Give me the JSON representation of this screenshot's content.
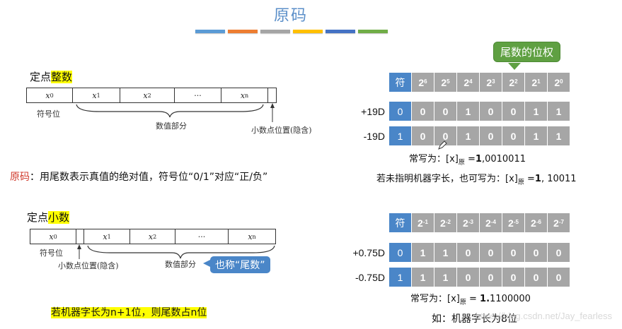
{
  "title": "原码",
  "title_bar_colors": [
    "#5b9bd5",
    "#ed7d31",
    "#a5a5a5",
    "#ffc000",
    "#4472c4",
    "#70ad47"
  ],
  "integer_section": {
    "heading_prefix": "定点",
    "heading_highlight": "整数",
    "cells": [
      {
        "base": "x",
        "sub": "0"
      },
      {
        "base": "x",
        "sub": "1"
      },
      {
        "base": "x",
        "sub": "2"
      },
      {
        "base": "···",
        "sub": ""
      },
      {
        "base": "x",
        "sub": "n"
      },
      {
        "base": "",
        "sub": ""
      }
    ],
    "sign_label": "符号位",
    "value_label": "数值部分",
    "point_label": "小数点位置(隐含)"
  },
  "definition": {
    "term": "原码",
    "text": "：用尾数表示真值的绝对值，符号位“0/1”对应“正/负”"
  },
  "fraction_section": {
    "heading_prefix": "定点",
    "heading_highlight": "小数",
    "cells": [
      {
        "base": "x",
        "sub": "0"
      },
      {
        "base": "",
        "sub": ""
      },
      {
        "base": "x",
        "sub": "1"
      },
      {
        "base": "x",
        "sub": "2"
      },
      {
        "base": "···",
        "sub": ""
      },
      {
        "base": "x",
        "sub": "n"
      }
    ],
    "sign_label": "符号位",
    "value_label": "数值部分",
    "point_label": "小数点位置(隐含)",
    "callout": "也称“尾数”"
  },
  "note_highlight": "若机器字长为n+1位，则尾数占n位",
  "integer_table": {
    "callout": "尾数的位权",
    "header": [
      {
        "base": "符",
        "exp": ""
      },
      {
        "base": "2",
        "exp": "6"
      },
      {
        "base": "2",
        "exp": "5"
      },
      {
        "base": "2",
        "exp": "4"
      },
      {
        "base": "2",
        "exp": "3"
      },
      {
        "base": "2",
        "exp": "2"
      },
      {
        "base": "2",
        "exp": "1"
      },
      {
        "base": "2",
        "exp": "0"
      }
    ],
    "rows": [
      {
        "label": "+19D",
        "bits": [
          "0",
          "0",
          "0",
          "1",
          "0",
          "0",
          "1",
          "1"
        ]
      },
      {
        "label": "-19D",
        "bits": [
          "1",
          "0",
          "0",
          "1",
          "0",
          "0",
          "1",
          "1"
        ]
      }
    ],
    "formula_prefix": "常写为：",
    "formula_x": "[x]",
    "formula_sub": "原",
    "formula_eq": " =",
    "formula_bold": "1",
    "formula_rest": ",0010011",
    "alt_prefix": "若未指明机器字长，也可写为：",
    "alt_x": "[x]",
    "alt_sub": "原",
    "alt_eq": " =",
    "alt_bold": "1",
    "alt_rest": ", 10011"
  },
  "fraction_table": {
    "header": [
      {
        "base": "符",
        "exp": ""
      },
      {
        "base": "2",
        "exp": "-1"
      },
      {
        "base": "2",
        "exp": "-2"
      },
      {
        "base": "2",
        "exp": "-3"
      },
      {
        "base": "2",
        "exp": "-4"
      },
      {
        "base": "2",
        "exp": "-5"
      },
      {
        "base": "2",
        "exp": "-6"
      },
      {
        "base": "2",
        "exp": "-7"
      }
    ],
    "rows": [
      {
        "label": "+0.75D",
        "bits": [
          "0",
          "1",
          "1",
          "0",
          "0",
          "0",
          "0",
          "0"
        ]
      },
      {
        "label": "-0.75D",
        "bits": [
          "1",
          "1",
          "1",
          "0",
          "0",
          "0",
          "0",
          "0"
        ]
      }
    ],
    "formula_prefix": "常写为：",
    "formula_x": "[x]",
    "formula_sub": "原",
    "formula_eq": " = ",
    "formula_bold": "1.",
    "formula_rest": "1100000",
    "example": "如：机器字长为8位"
  },
  "watermark": "https://blog.csdn.net/Jay_fearless"
}
